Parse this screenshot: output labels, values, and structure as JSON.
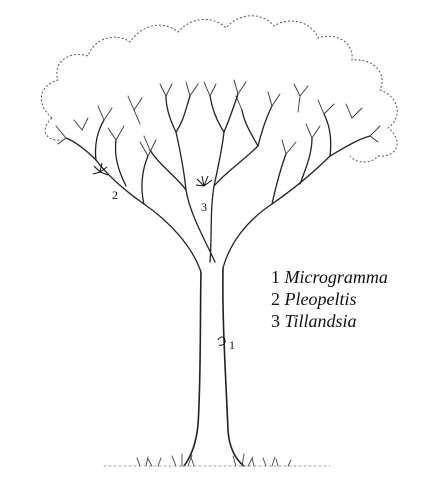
{
  "legend": [
    {
      "number": "1",
      "name": "Microgramma"
    },
    {
      "number": "2",
      "name": "Pleopeltis"
    },
    {
      "number": "3",
      "name": "Tillandsia"
    }
  ],
  "markers": [
    "1",
    "2",
    "3"
  ]
}
